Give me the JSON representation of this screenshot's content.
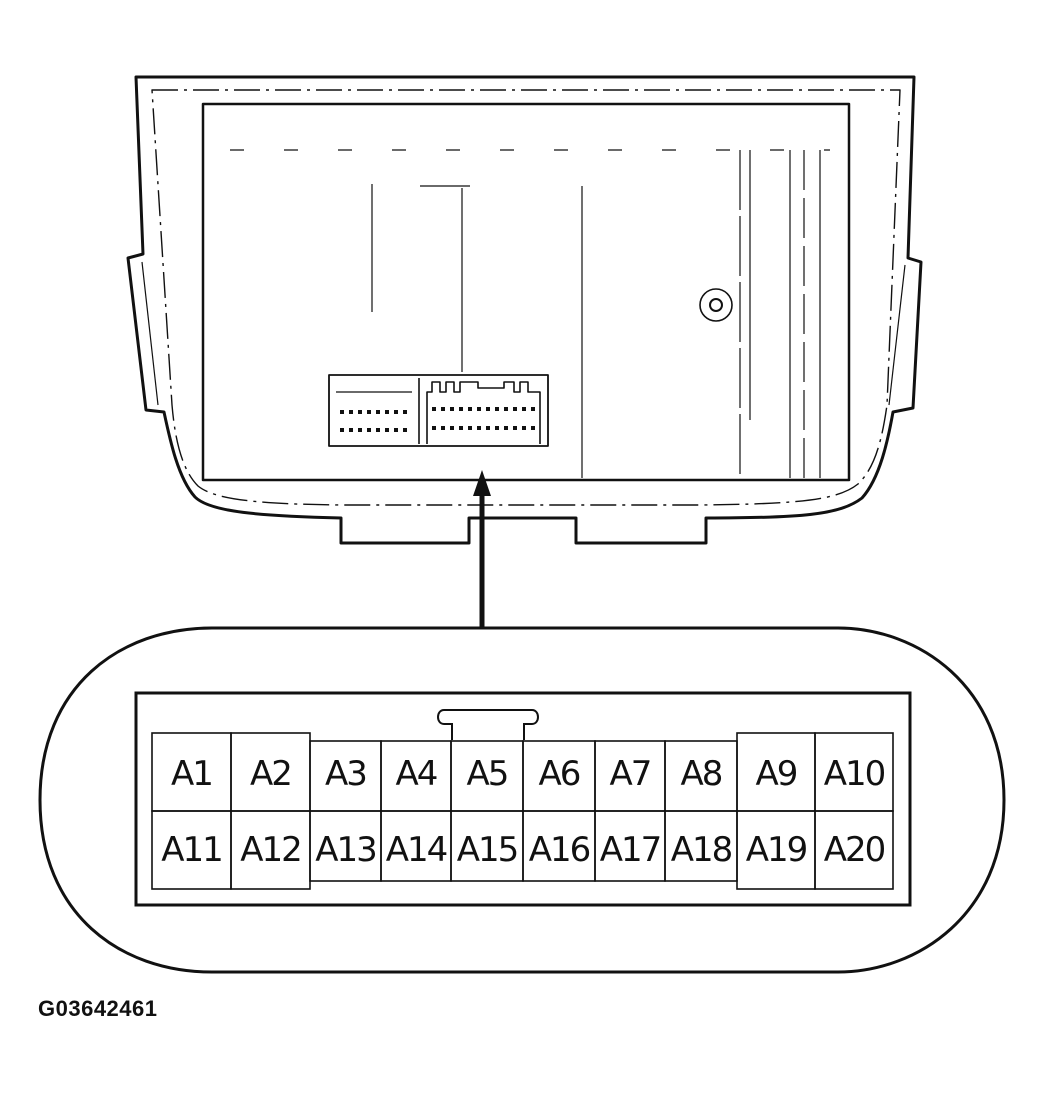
{
  "figure_id": "G03642461",
  "connector": {
    "top_row": [
      "A1",
      "A2",
      "A3",
      "A4",
      "A5",
      "A6",
      "A7",
      "A8",
      "A9",
      "A10"
    ],
    "bottom_row": [
      "A11",
      "A12",
      "A13",
      "A14",
      "A15",
      "A16",
      "A17",
      "A18",
      "A19",
      "A20"
    ]
  }
}
